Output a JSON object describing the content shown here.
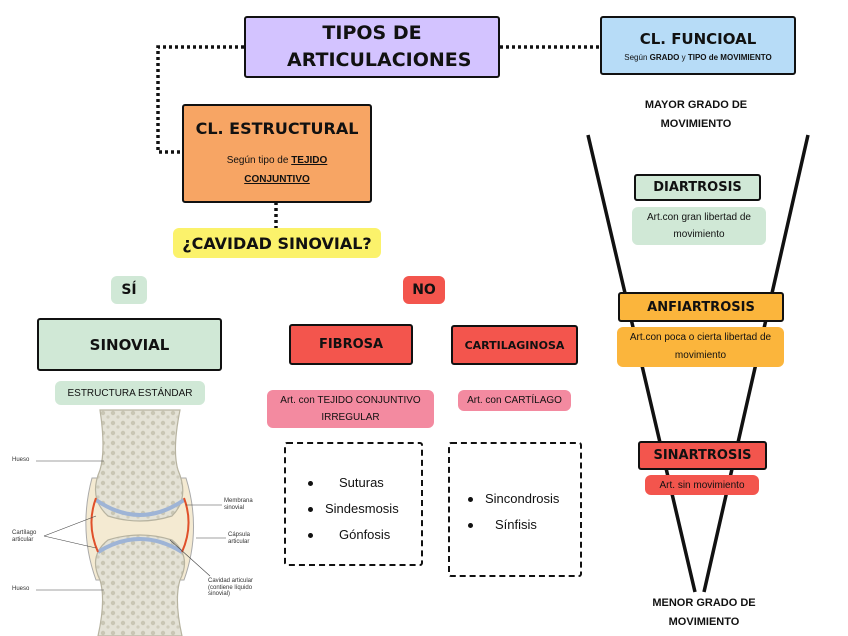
{
  "title": "TIPOS DE ARTICULACIONES",
  "functional": {
    "title": "CL. FUNCIOAL",
    "subtitle_pre": "Según ",
    "subtitle_b1": "GRADO",
    "subtitle_mid": " y ",
    "subtitle_b2": "TIPO de MOVIMIENTO",
    "top_label": "MAYOR GRADO DE MOVIMIENTO",
    "bottom_label": "MENOR GRADO DE MOVIMIENTO",
    "levels": [
      {
        "name": "DIARTROSIS",
        "desc": "Art.con gran libertad de movimiento"
      },
      {
        "name": "ANFIARTROSIS",
        "desc": "Art.con poca o cierta libertad de movimiento"
      },
      {
        "name": "SINARTROSIS",
        "desc": "Art. sin movimiento"
      }
    ]
  },
  "structural": {
    "title": "CL. ESTRUCTURAL",
    "subtitle_pre": "Según tipo de ",
    "subtitle_u": "TEJIDO CONJUNTIVO"
  },
  "question": "¿CAVIDAD SINOVIAL?",
  "yes": "SÍ",
  "no": "NO",
  "synovial": {
    "title": "SINOVIAL",
    "desc": "ESTRUCTURA ESTÁNDAR"
  },
  "fibrous": {
    "title": "FIBROSA",
    "desc": "Art. con TEJIDO CONJUNTIVO IRREGULAR",
    "items": [
      "Suturas",
      "Sindesmosis",
      "Gónfosis"
    ]
  },
  "cartilaginous": {
    "title": "CARTILAGINOSA",
    "desc": "Art. con CARTÍLAGO",
    "items": [
      "Sincondrosis",
      "Sínfisis"
    ]
  },
  "illustration": {
    "labels": {
      "bone_top": "Hueso",
      "cartilage": "Cartílago articular",
      "bone_bottom": "Hueso",
      "membrane": "Membrana sinovial",
      "capsule": "Cápsula articular",
      "cavity": "Cavidad articular (contiene líquido sinovial)"
    }
  },
  "colors": {
    "title_purple": "#d3c3ff",
    "functional_blue": "#b7dcf7",
    "structural_orange": "#f7a564",
    "question_yellow": "#fbf26b",
    "green": "#d0e8d6",
    "red": "#f3554d",
    "pink": "#f38aa0",
    "amber": "#fbb53c"
  }
}
